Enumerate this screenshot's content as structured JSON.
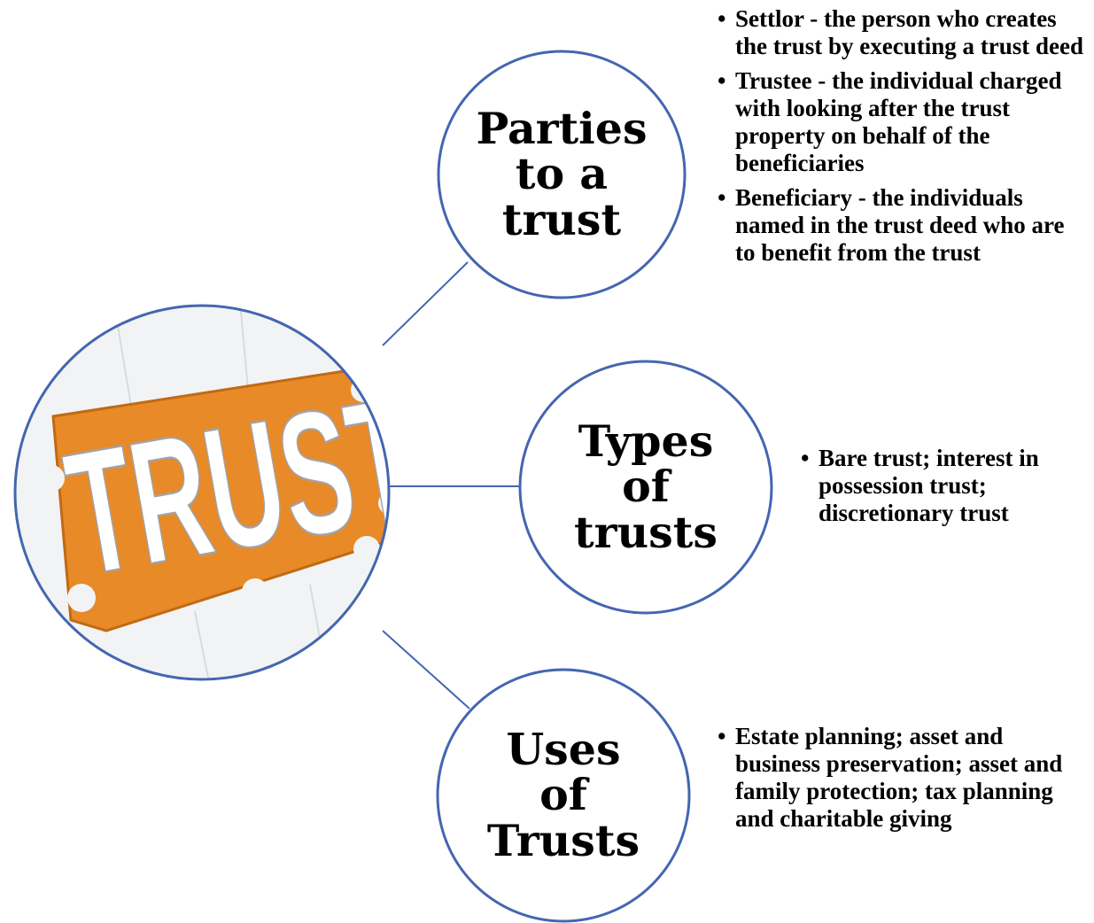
{
  "colors": {
    "outline": "#4466b0",
    "accent": "#e88a28",
    "text": "#000000"
  },
  "center_image": {
    "word": "TRUST",
    "icon": "puzzle-trust-image"
  },
  "nodes": [
    {
      "title": "Parties\nto a\ntrust",
      "bullets": [
        "Settlor - the person who creates the trust by executing a trust deed",
        "Trustee - the individual charged with looking after the trust property on behalf of the beneficiaries",
        "Beneficiary - the individuals named in the trust deed who are to benefit from the trust"
      ]
    },
    {
      "title": "Types\nof\ntrusts",
      "bullets": [
        "Bare trust; interest in possession trust; discretionary trust"
      ]
    },
    {
      "title": "Uses\nof\nTrusts",
      "bullets": [
        "Estate planning; asset and business preservation; asset and family protection; tax planning and charitable giving"
      ]
    }
  ]
}
